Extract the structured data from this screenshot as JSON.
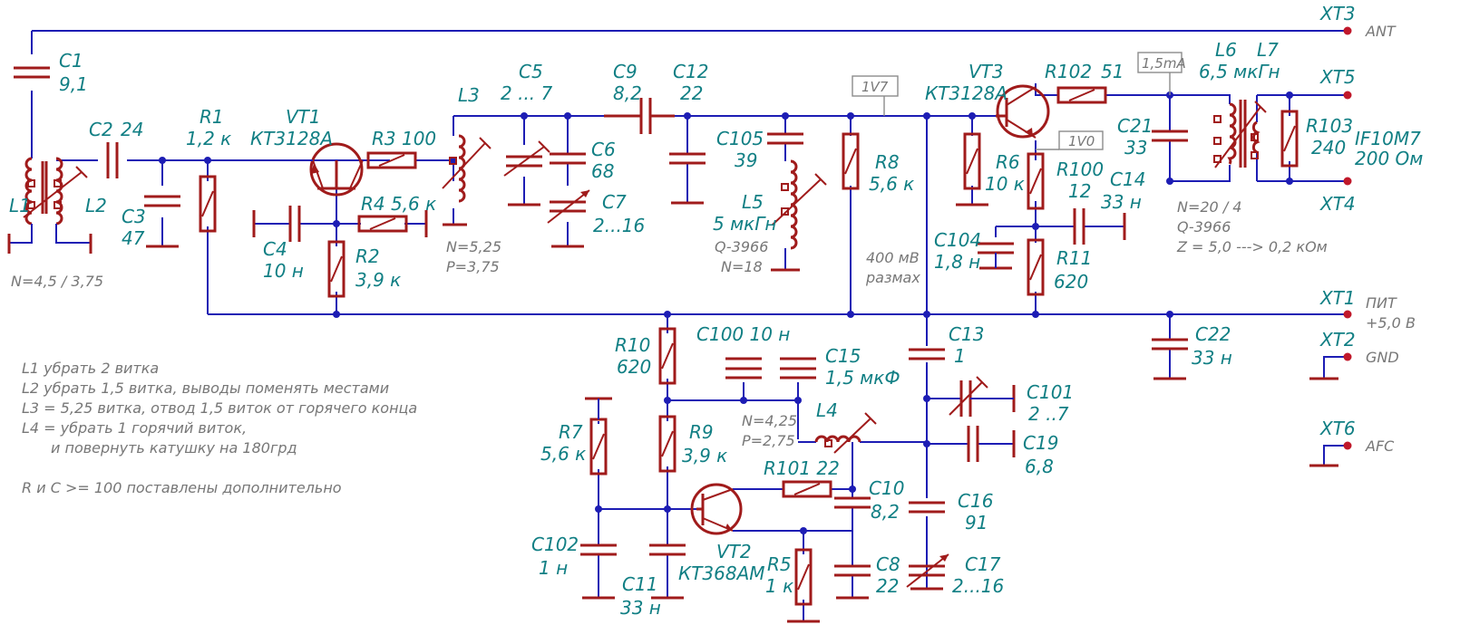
{
  "components": {
    "C1": [
      "C1",
      "9,1"
    ],
    "C2": [
      "C2",
      "24"
    ],
    "C3": [
      "C3",
      "47"
    ],
    "L1": "L1",
    "L2": "L2",
    "L1_turns": "N=4,5 / 3,75",
    "R1": [
      "R1",
      "1,2 к"
    ],
    "VT1": [
      "VT1",
      "КТ3128А"
    ],
    "R3": "R3 100",
    "C4": [
      "C4",
      "10 н"
    ],
    "R4": "R4 5,6 к",
    "R2": [
      "R2",
      "3,9 к"
    ],
    "L3": "L3",
    "L3_turns": [
      "N=5,25",
      "P=3,75"
    ],
    "C5": [
      "C5",
      "2 ... 7"
    ],
    "C6": [
      "C6",
      "68"
    ],
    "C7": [
      "C7",
      "2...16"
    ],
    "C9": [
      "C9",
      "8,2"
    ],
    "C12": [
      "C12",
      "22"
    ],
    "C105": [
      "C105",
      "39"
    ],
    "L5": [
      "L5",
      "5 мкГн",
      "Q-3966",
      "N=18"
    ],
    "V1V7": "1V7",
    "R8": [
      "R8",
      "5,6 к"
    ],
    "amplitude": [
      "400 мВ",
      "размах"
    ],
    "VT3": [
      "VT3",
      "КТ3128А"
    ],
    "R102": [
      "R102",
      "51"
    ],
    "R6": [
      "R6",
      "10 к"
    ],
    "V1V0": "1V0",
    "R100": [
      "R100",
      "12"
    ],
    "C14": [
      "C14",
      "33 н"
    ],
    "C104": [
      "C104",
      "1,8 н"
    ],
    "R11": [
      "R11",
      "620"
    ],
    "I15mA": "1,5mA",
    "L6L7": [
      "L6",
      "L7",
      "6,5 мкГн"
    ],
    "C21": [
      "C21",
      "33"
    ],
    "R103": [
      "R103",
      "240"
    ],
    "IF": [
      "IF10M7",
      "200 Ом"
    ],
    "L6_turns": [
      "N=20 / 4",
      "Q-3966",
      "Z = 5,0 ---> 0,2 кОм"
    ],
    "C22": [
      "C22",
      "33 н"
    ],
    "R10": [
      "R10",
      "620"
    ],
    "C100": "C100  10 н",
    "C15": [
      "C15",
      "1,5 мкФ"
    ],
    "C13": [
      "C13",
      "1"
    ],
    "C101": [
      "C101",
      "2 ..7"
    ],
    "L4": "L4",
    "L4_turns": [
      "N=4,25",
      "P=2,75"
    ],
    "C19": [
      "C19",
      "6,8"
    ],
    "R7": [
      "R7",
      "5,6 к"
    ],
    "R9": [
      "R9",
      "3,9 к"
    ],
    "R101": "R101  22",
    "C10": [
      "C10",
      "8,2"
    ],
    "C16": [
      "C16",
      "91"
    ],
    "C102": [
      "C102",
      "1  н"
    ],
    "C11": [
      "C11",
      "33 н"
    ],
    "VT2": [
      "VT2",
      "КТ368АМ"
    ],
    "R5": [
      "R5",
      "1 к"
    ],
    "C8": [
      "C8",
      "22"
    ],
    "C17": [
      "C17",
      "2...16"
    ]
  },
  "connectors": {
    "XT3": [
      "XT3",
      "ANT"
    ],
    "XT5": "XT5",
    "XT4": "XT4",
    "XT1": [
      "XT1",
      "ПИТ",
      "+5,0 В"
    ],
    "XT2": [
      "XT2",
      "GND"
    ],
    "XT6": [
      "XT6",
      "AFC"
    ]
  },
  "notes": [
    "L1 убрать 2 витка",
    "L2 убрать 1,5 витка, выводы поменять местами",
    "L3 = 5,25 витка,  отвод 1,5 виток от горячего конца",
    "L4 = убрать 1 горячий виток,",
    "и повернуть катушку на 180грд",
    "R и C >= 100 поставлены дополнительно"
  ],
  "colors": {
    "wire": "#1d1db4",
    "component": "#a01b1b",
    "label": "#117f84",
    "note": "#777777",
    "pin": "#c0182a"
  }
}
